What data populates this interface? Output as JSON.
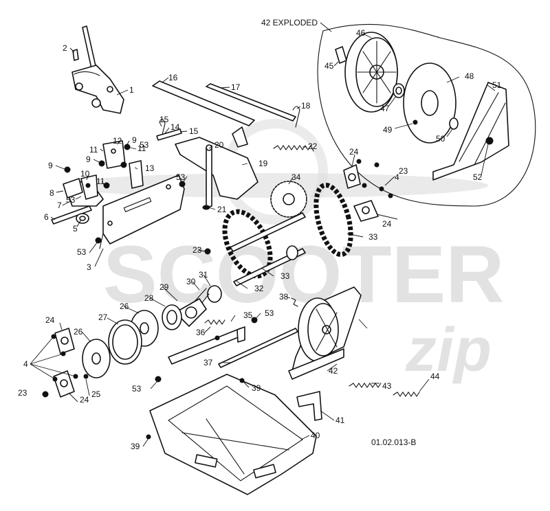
{
  "watermark": {
    "brand": "SCOOTER",
    "script": "zip"
  },
  "exploded_callout": "42 EXPLODED",
  "drawing_code": "01.02.013-B",
  "labels": {
    "l1": "1",
    "l2": "2",
    "l3": "3",
    "l4a": "4",
    "l4b": "4",
    "l5": "5",
    "l6": "6",
    "l7": "7",
    "l8": "8",
    "l9a": "9",
    "l9b": "9",
    "l9c": "9",
    "l10": "10",
    "l11a": "11",
    "l11b": "11",
    "l11c": "11",
    "l12": "12",
    "l13": "13",
    "l14": "14",
    "l15a": "15",
    "l15b": "15",
    "l16": "16",
    "l17": "17",
    "l18": "18",
    "l19": "19",
    "l20": "20",
    "l21": "21",
    "l22": "22",
    "l23a": "23",
    "l23b": "23",
    "l23c": "23",
    "l24a": "24",
    "l24b": "24",
    "l24c": "24",
    "l24d": "24",
    "l25": "25",
    "l26a": "26",
    "l26b": "26",
    "l27": "27",
    "l28": "28",
    "l29": "29",
    "l30": "30",
    "l31": "31",
    "l32": "32",
    "l33a": "33",
    "l33b": "33",
    "l34": "34",
    "l35": "35",
    "l36": "36",
    "l37": "37",
    "l38": "38",
    "l39a": "39",
    "l39b": "39",
    "l40": "40",
    "l41": "41",
    "l42": "42",
    "l43": "43",
    "l44": "44",
    "l45": "45",
    "l46": "46",
    "l47": "47",
    "l48": "48",
    "l49": "49",
    "l50": "50",
    "l51": "51",
    "l52": "52",
    "l53a": "53",
    "l53b": "53",
    "l53c": "53",
    "l53d": "53",
    "l53e": "53",
    "l53f": "53"
  }
}
